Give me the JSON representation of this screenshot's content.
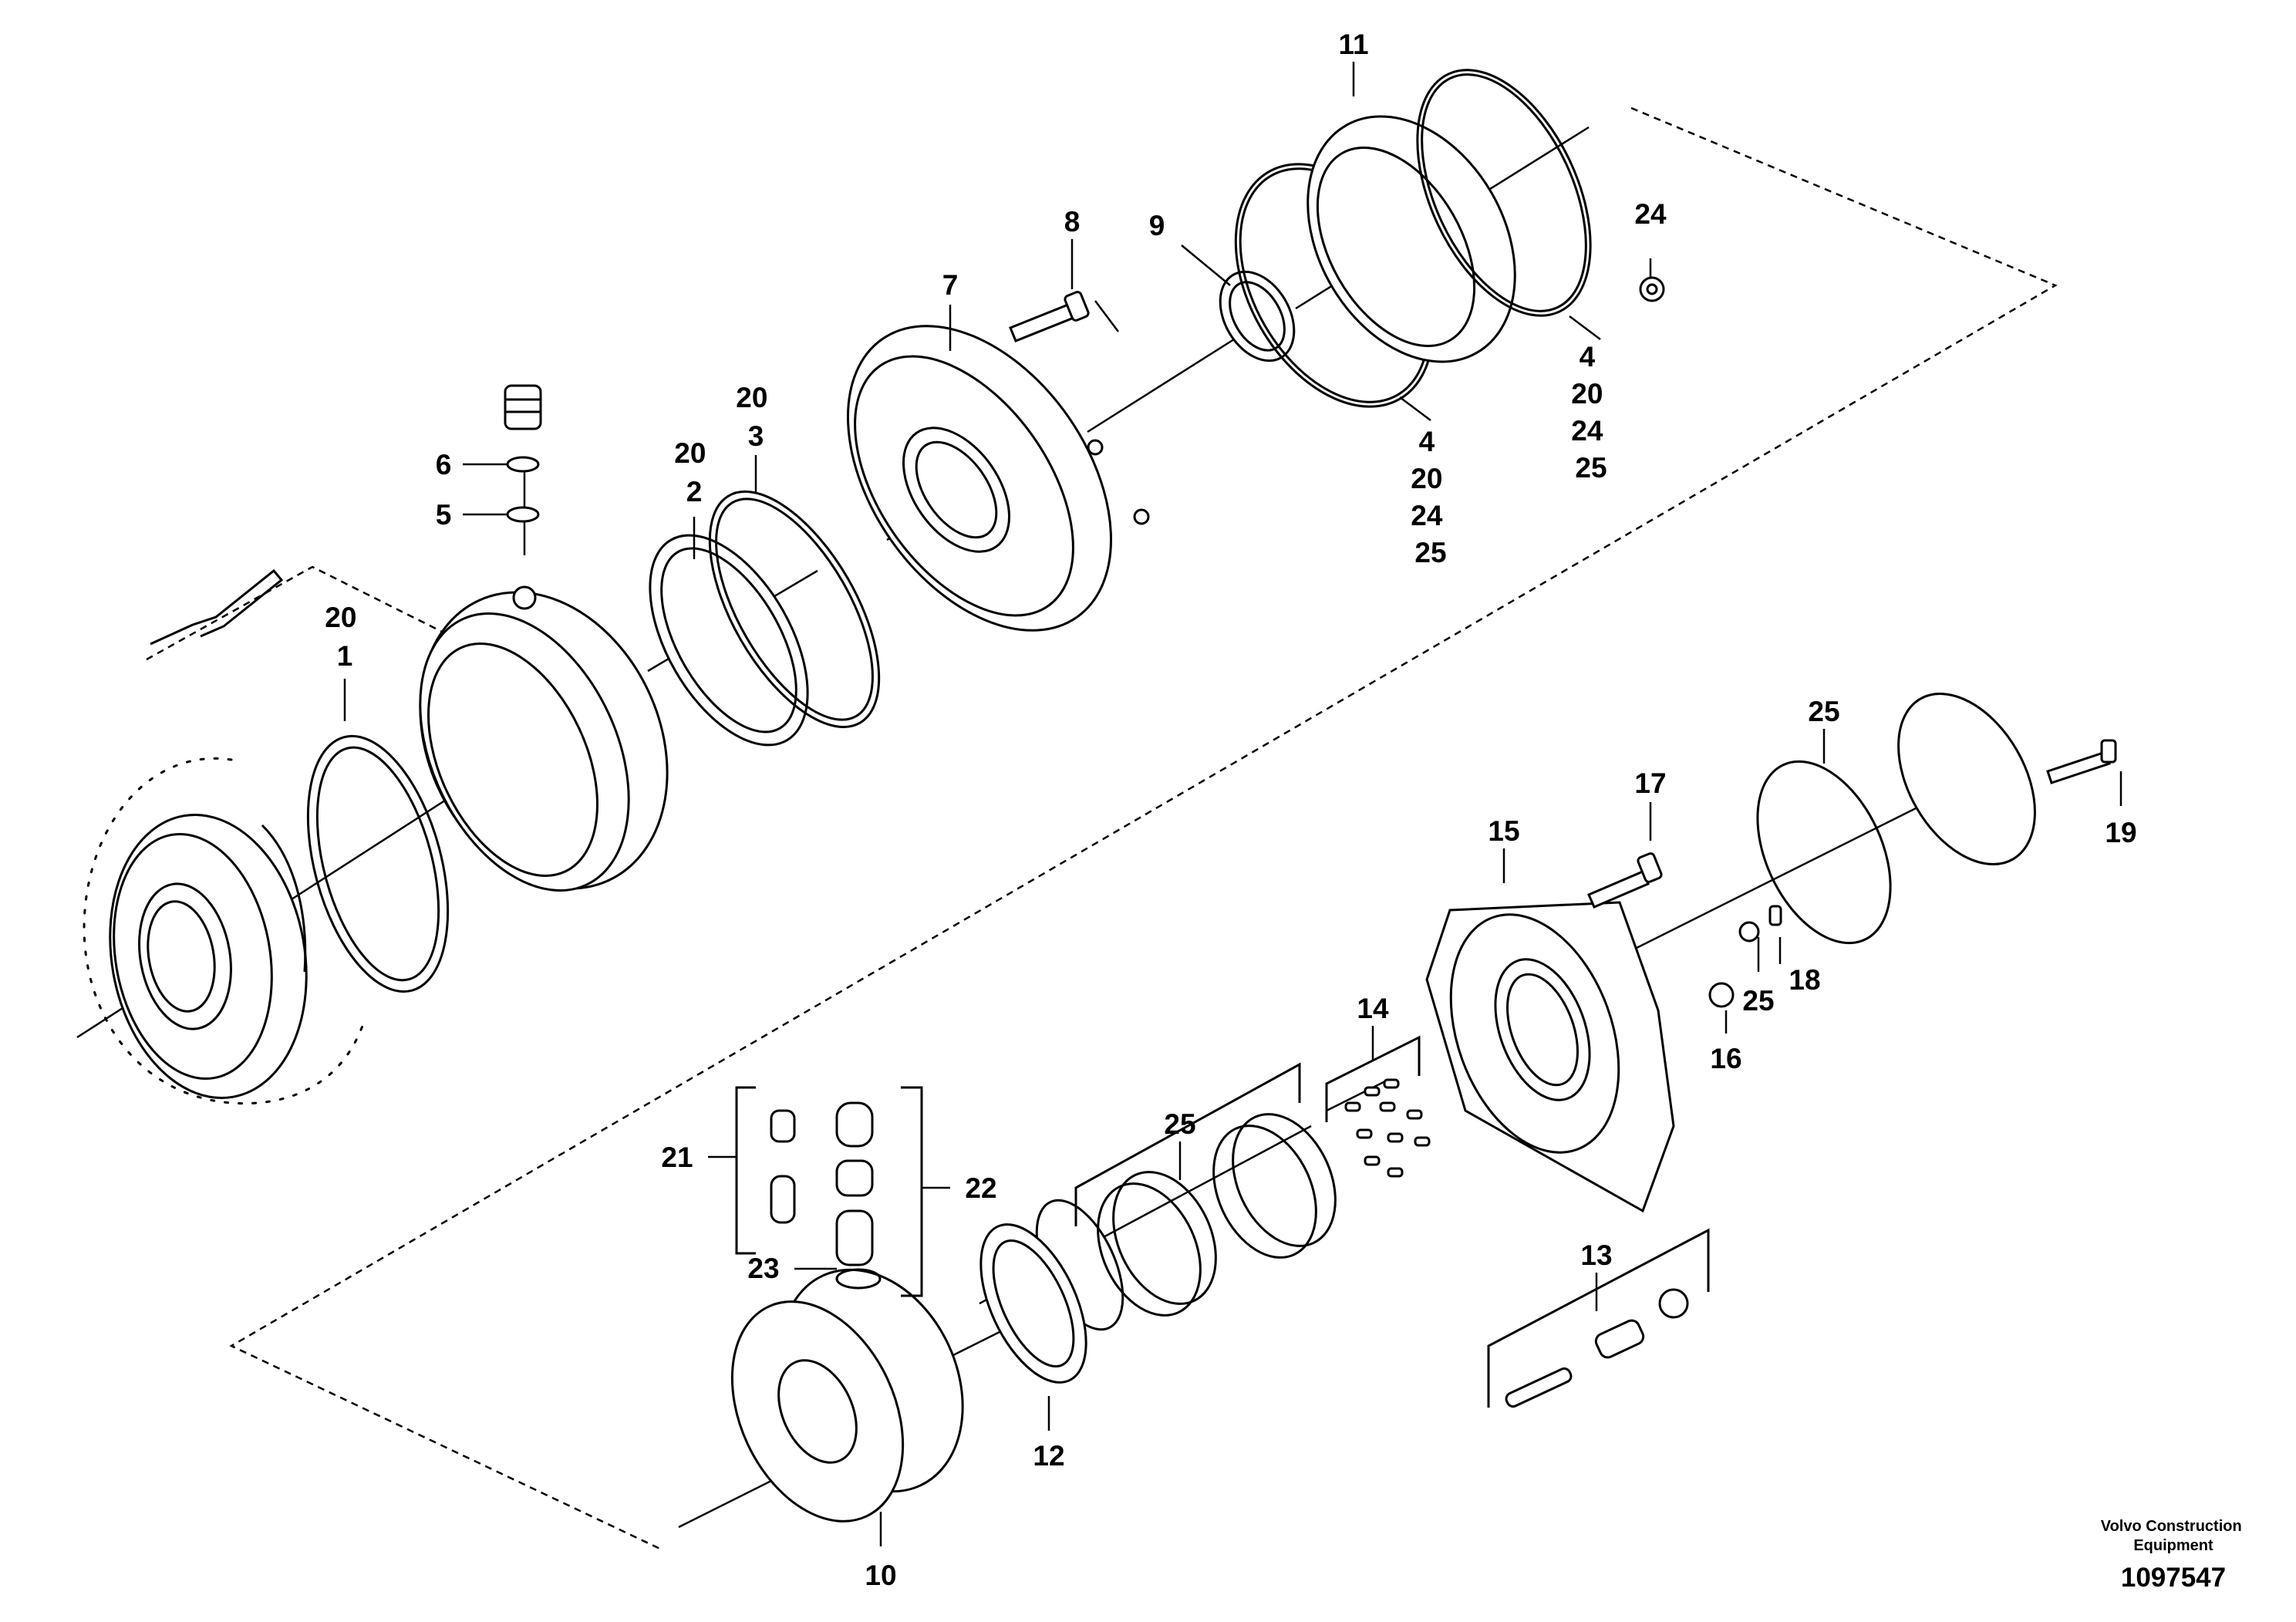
{
  "diagram": {
    "brand": [
      "Volvo Construction",
      "Equipment"
    ],
    "document_number": "1097547",
    "callouts": {
      "p1": [
        "20",
        "1"
      ],
      "p2": [
        "20",
        "2"
      ],
      "p3": [
        "20",
        "3"
      ],
      "p4a": [
        "4",
        "20",
        "24",
        "25"
      ],
      "p4b": [
        "4",
        "20",
        "24",
        "25"
      ],
      "p5": [
        "5"
      ],
      "p6": [
        "6"
      ],
      "p7": [
        "7"
      ],
      "p8": [
        "8"
      ],
      "p9": [
        "9"
      ],
      "p10": [
        "10"
      ],
      "p11": [
        "11"
      ],
      "p12": [
        "12"
      ],
      "p13": [
        "13"
      ],
      "p14": [
        "14"
      ],
      "p15": [
        "15"
      ],
      "p16": [
        "16"
      ],
      "p17": [
        "17"
      ],
      "p18": [
        "18"
      ],
      "p19": [
        "19"
      ],
      "p21": [
        "21"
      ],
      "p22": [
        "22"
      ],
      "p23": [
        "23"
      ],
      "p24": [
        "24"
      ],
      "p25a": [
        "25"
      ],
      "p25b": [
        "25"
      ],
      "p25c": [
        "25"
      ]
    }
  }
}
